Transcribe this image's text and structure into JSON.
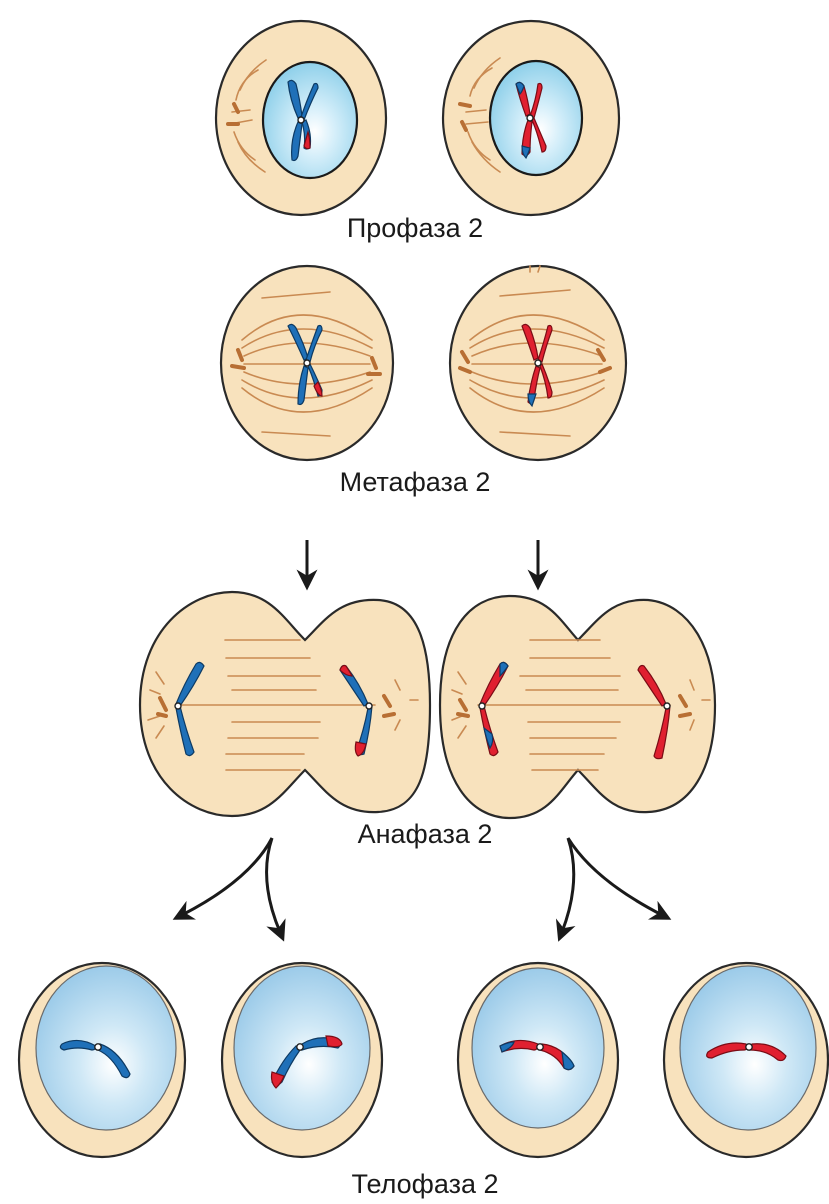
{
  "stages": {
    "prophase": "Профаза 2",
    "metaphase": "Метафаза 2",
    "anaphase": "Анафаза 2",
    "telophase": "Телофаза 2"
  },
  "colors": {
    "cytoplasm": "#f8e2bd",
    "nucleus": "#bfe3f5",
    "chromatid_blue": "#1f70b8",
    "chromatid_red": "#e02030",
    "spindle": "#c98a52"
  }
}
